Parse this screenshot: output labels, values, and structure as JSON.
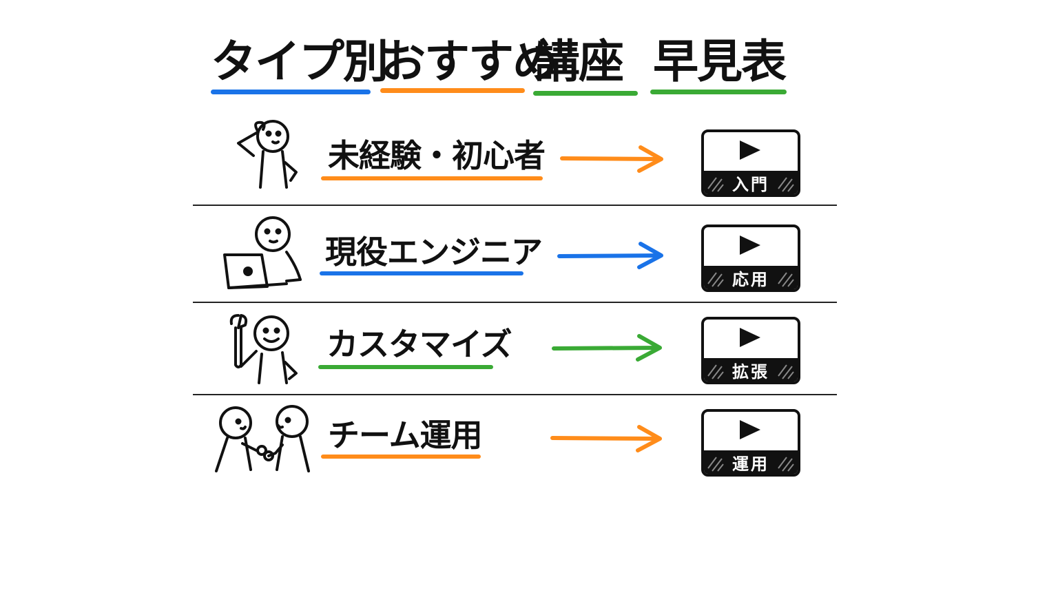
{
  "title": {
    "words": [
      "タイプ別",
      "おすすめ",
      "講座",
      "早見表"
    ],
    "colors": [
      "#1a73e8",
      "#ff8c1a",
      "#3aaa35",
      "#3aaa35"
    ]
  },
  "rows": [
    {
      "label": "未経験・初心者",
      "course": "入門",
      "color": "#ff8c1a",
      "figure": "thinking-person-icon"
    },
    {
      "label": "現役エンジニア",
      "course": "応用",
      "color": "#1a73e8",
      "figure": "person-laptop-icon"
    },
    {
      "label": "カスタマイズ",
      "course": "拡張",
      "color": "#3aaa35",
      "figure": "person-wrench-icon"
    },
    {
      "label": "チーム運用",
      "course": "運用",
      "color": "#ff8c1a",
      "figure": "two-people-icon"
    }
  ]
}
